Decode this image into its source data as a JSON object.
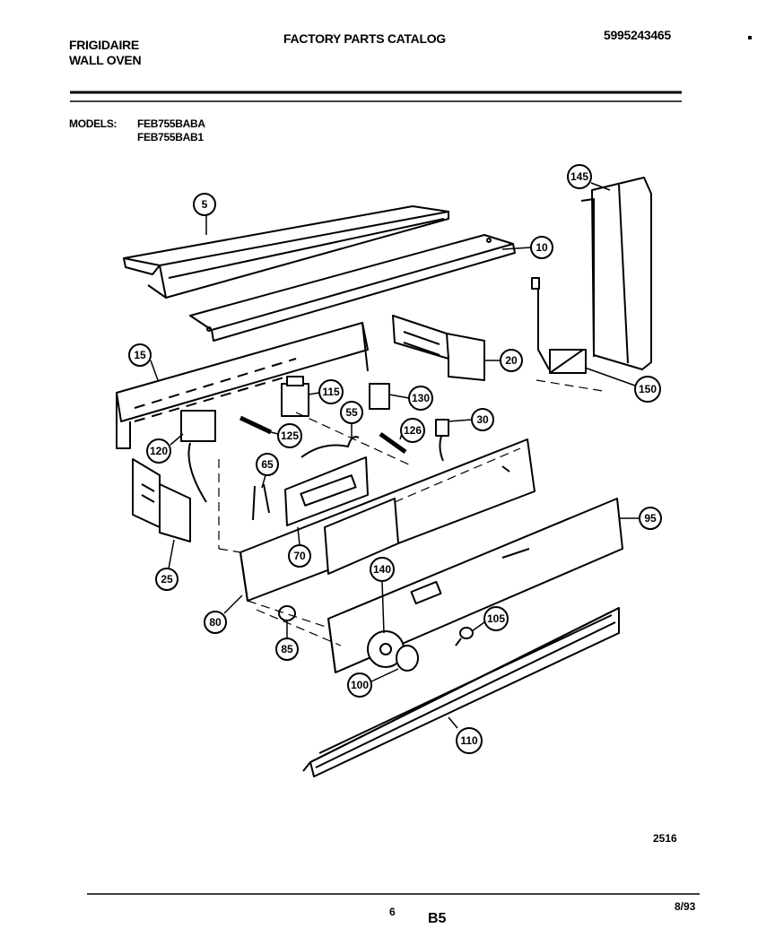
{
  "header": {
    "brand_line1": "FRIGIDAIRE",
    "brand_line2": "WALL OVEN",
    "catalog_title": "FACTORY PARTS CATALOG",
    "catalog_number": "5995243465"
  },
  "models": {
    "label": "MODELS:",
    "model_1": "FEB755BABA",
    "model_2": "FEB755BAB1"
  },
  "callouts": [
    "5",
    "10",
    "145",
    "15",
    "20",
    "115",
    "130",
    "55",
    "30",
    "125",
    "126",
    "120",
    "150",
    "65",
    "25",
    "70",
    "95",
    "140",
    "80",
    "85",
    "105",
    "100",
    "110"
  ],
  "figure_number": "2516",
  "footer": {
    "page_number": "6",
    "section_code": "B5",
    "date": "8/93"
  }
}
